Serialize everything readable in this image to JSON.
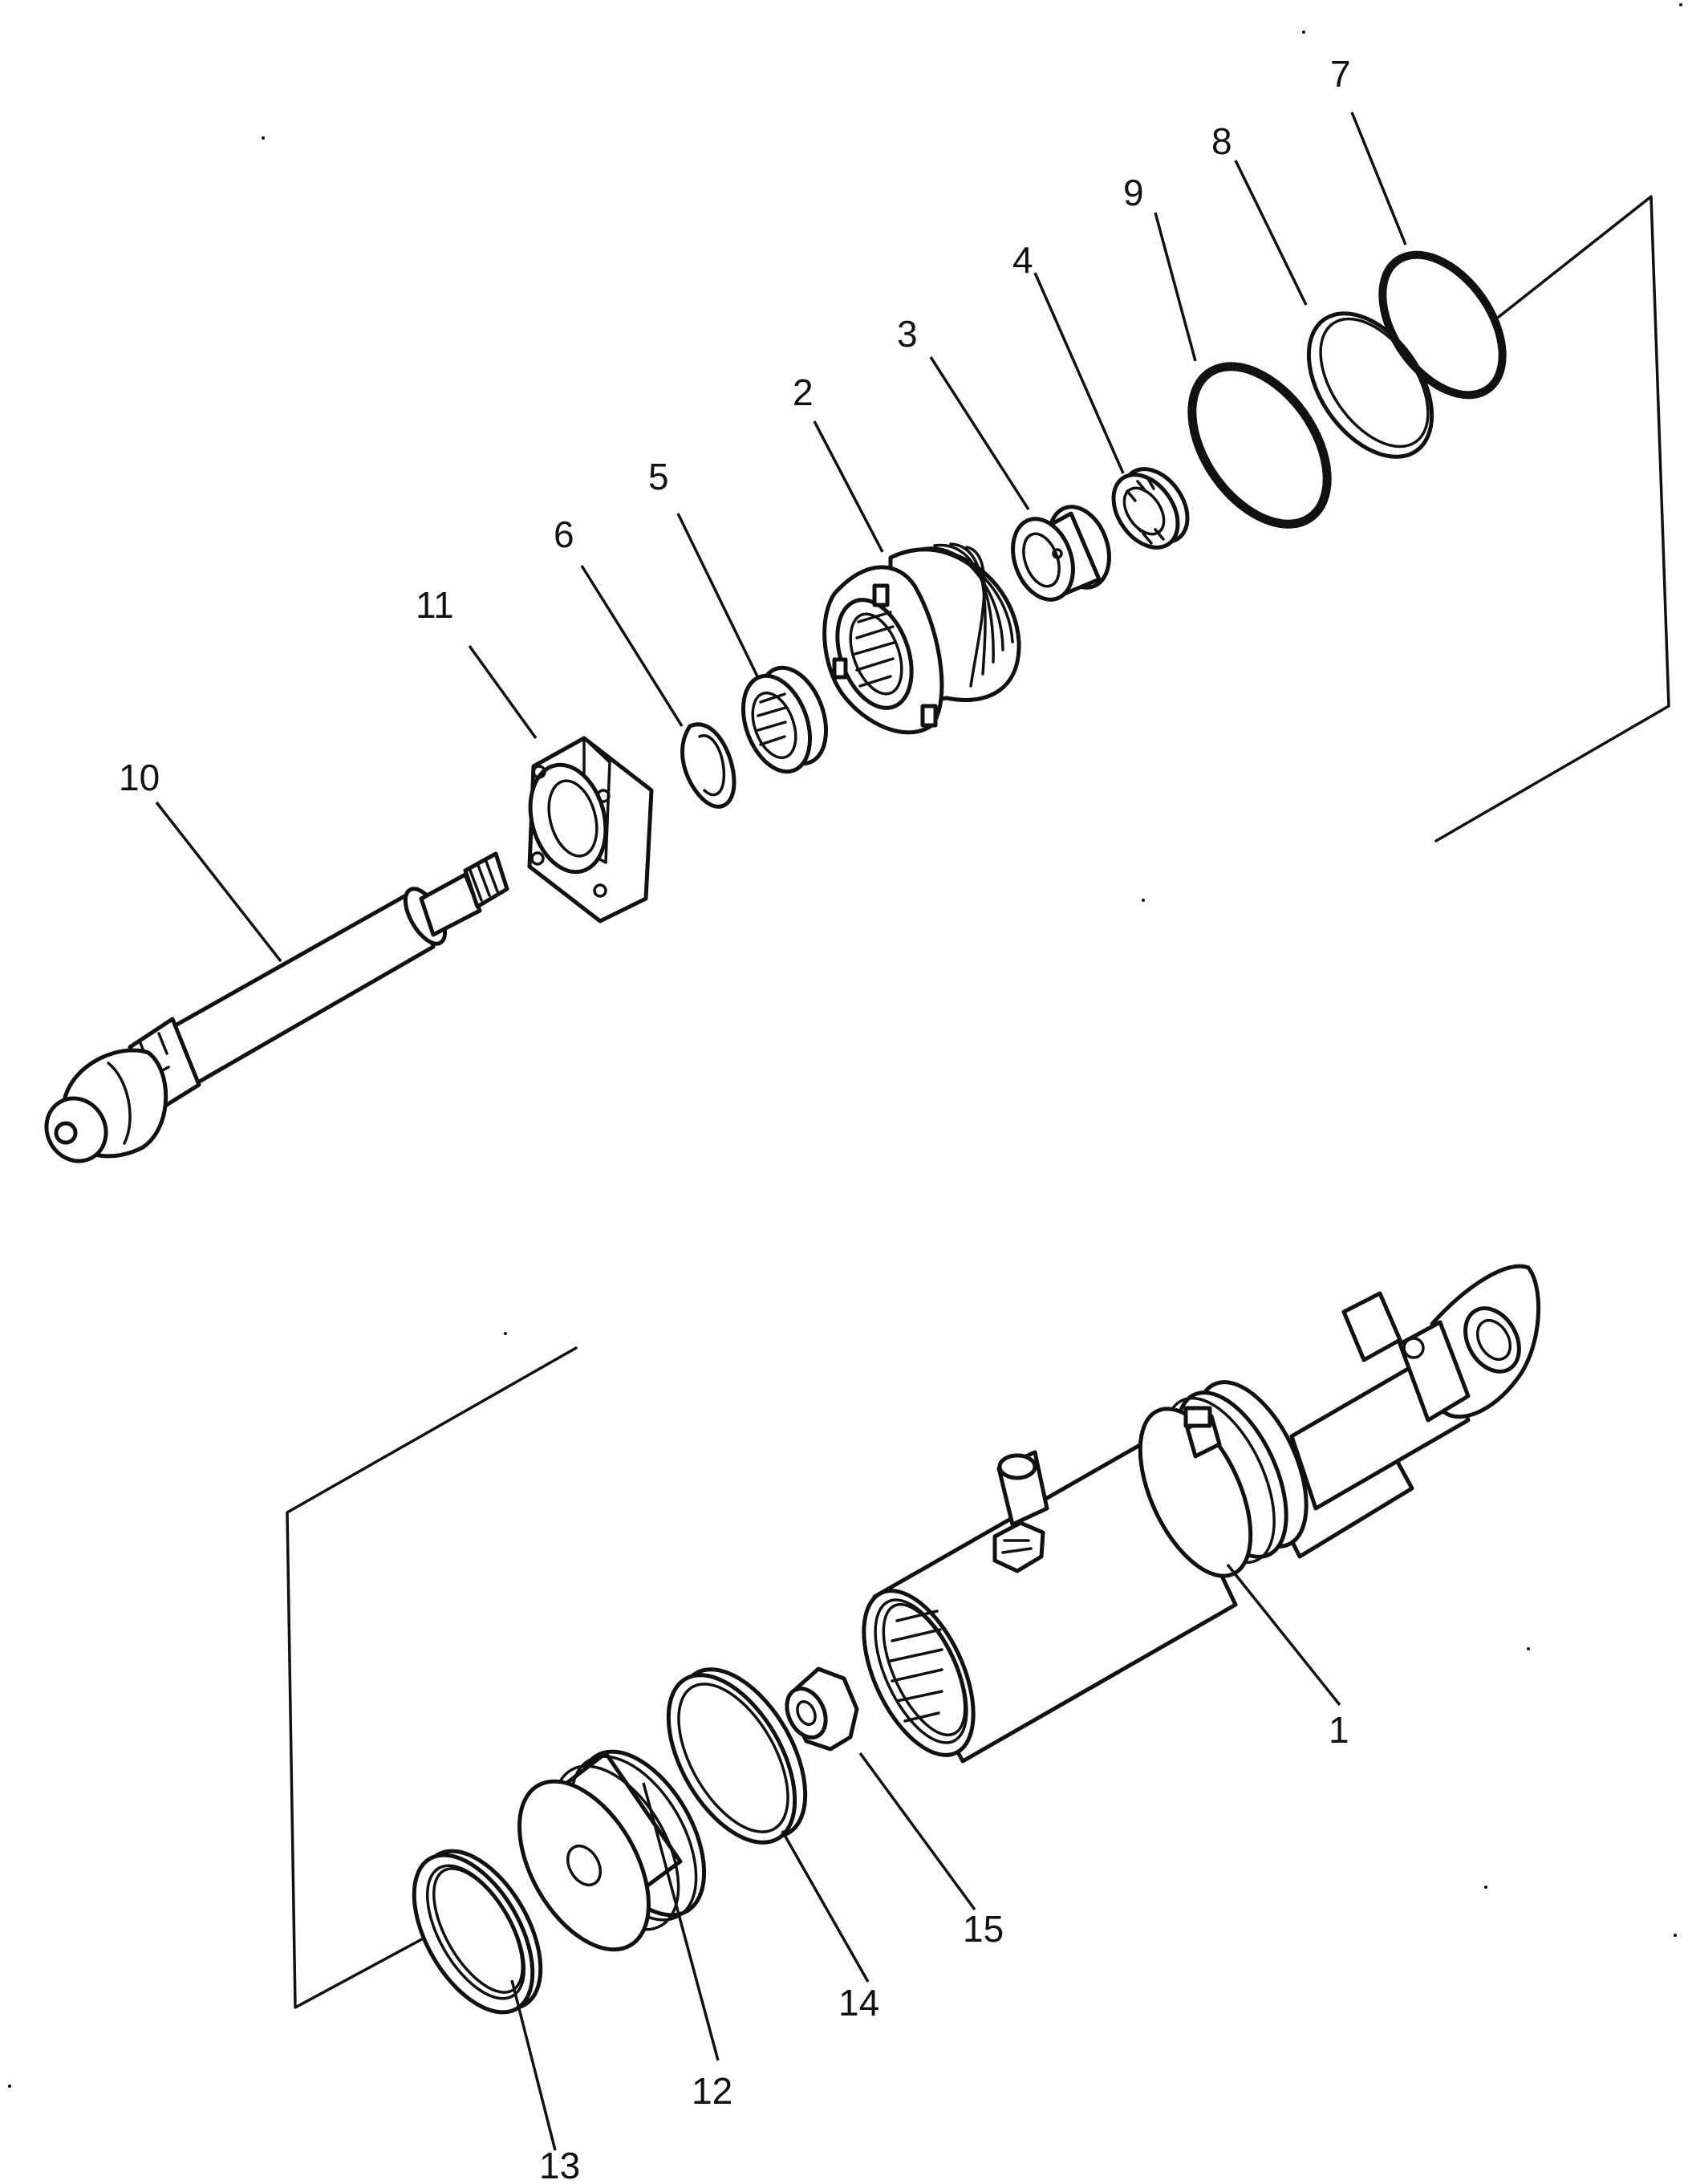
{
  "callouts": [
    {
      "id": "1",
      "text": "1"
    },
    {
      "id": "2",
      "text": "2"
    },
    {
      "id": "3",
      "text": "3"
    },
    {
      "id": "4",
      "text": "4"
    },
    {
      "id": "5",
      "text": "5"
    },
    {
      "id": "6",
      "text": "6"
    },
    {
      "id": "7",
      "text": "7"
    },
    {
      "id": "8",
      "text": "8"
    },
    {
      "id": "9",
      "text": "9"
    },
    {
      "id": "10",
      "text": "10"
    },
    {
      "id": "11",
      "text": "11"
    },
    {
      "id": "12",
      "text": "12"
    },
    {
      "id": "13",
      "text": "13"
    },
    {
      "id": "14",
      "text": "14"
    },
    {
      "id": "15",
      "text": "15"
    }
  ],
  "colors": {
    "ink": "#111111",
    "background": "#ffffff"
  }
}
